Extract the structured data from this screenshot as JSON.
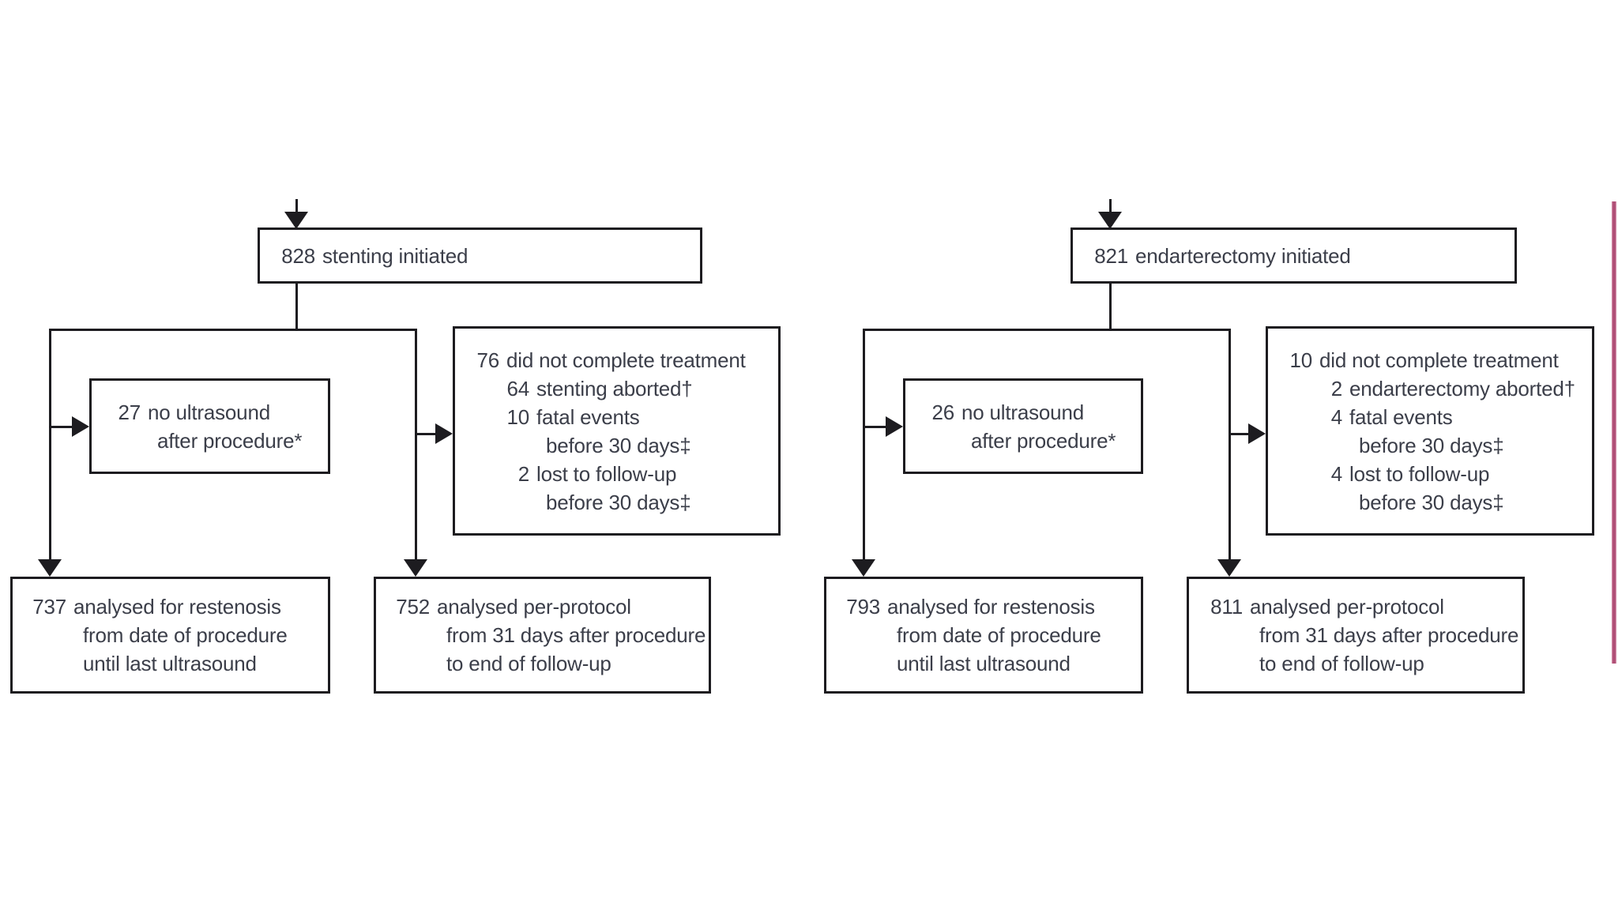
{
  "accent_color": "#ad4a72",
  "arms": [
    {
      "id": "stenting",
      "top": {
        "num": "828",
        "text": "stenting initiated"
      },
      "no_ultrasound": {
        "num": "27",
        "line1": "no ultrasound",
        "line2": "after procedure*"
      },
      "not_completed": {
        "n1": "76",
        "t1": "did not complete treatment",
        "n2": "64",
        "t2": "stenting aborted†",
        "n3": "10",
        "t3": "fatal events",
        "t4": "before 30 days‡",
        "n5": "2",
        "t5": "lost to follow-up",
        "t6": "before 30 days‡"
      },
      "restenosis": {
        "num": "737",
        "line1": "analysed for restenosis",
        "line2": "from date of procedure",
        "line3": "until last ultrasound"
      },
      "per_protocol": {
        "num": "752",
        "line1": "analysed per-protocol",
        "line2": "from 31 days after procedure",
        "line3": "to end of follow-up"
      }
    },
    {
      "id": "endarterectomy",
      "top": {
        "num": "821",
        "text": "endarterectomy initiated"
      },
      "no_ultrasound": {
        "num": "26",
        "line1": "no ultrasound",
        "line2": "after procedure*"
      },
      "not_completed": {
        "n1": "10",
        "t1": "did not complete treatment",
        "n2": "2",
        "t2": "endarterectomy aborted†",
        "n3": "4",
        "t3": "fatal events",
        "t4": "before 30 days‡",
        "n5": "4",
        "t5": "lost to follow-up",
        "t6": "before 30 days‡"
      },
      "restenosis": {
        "num": "793",
        "line1": "analysed for restenosis",
        "line2": "from date of procedure",
        "line3": "until last ultrasound"
      },
      "per_protocol": {
        "num": "811",
        "line1": "analysed per-protocol",
        "line2": "from 31 days after procedure",
        "line3": "to end of follow-up"
      }
    }
  ]
}
